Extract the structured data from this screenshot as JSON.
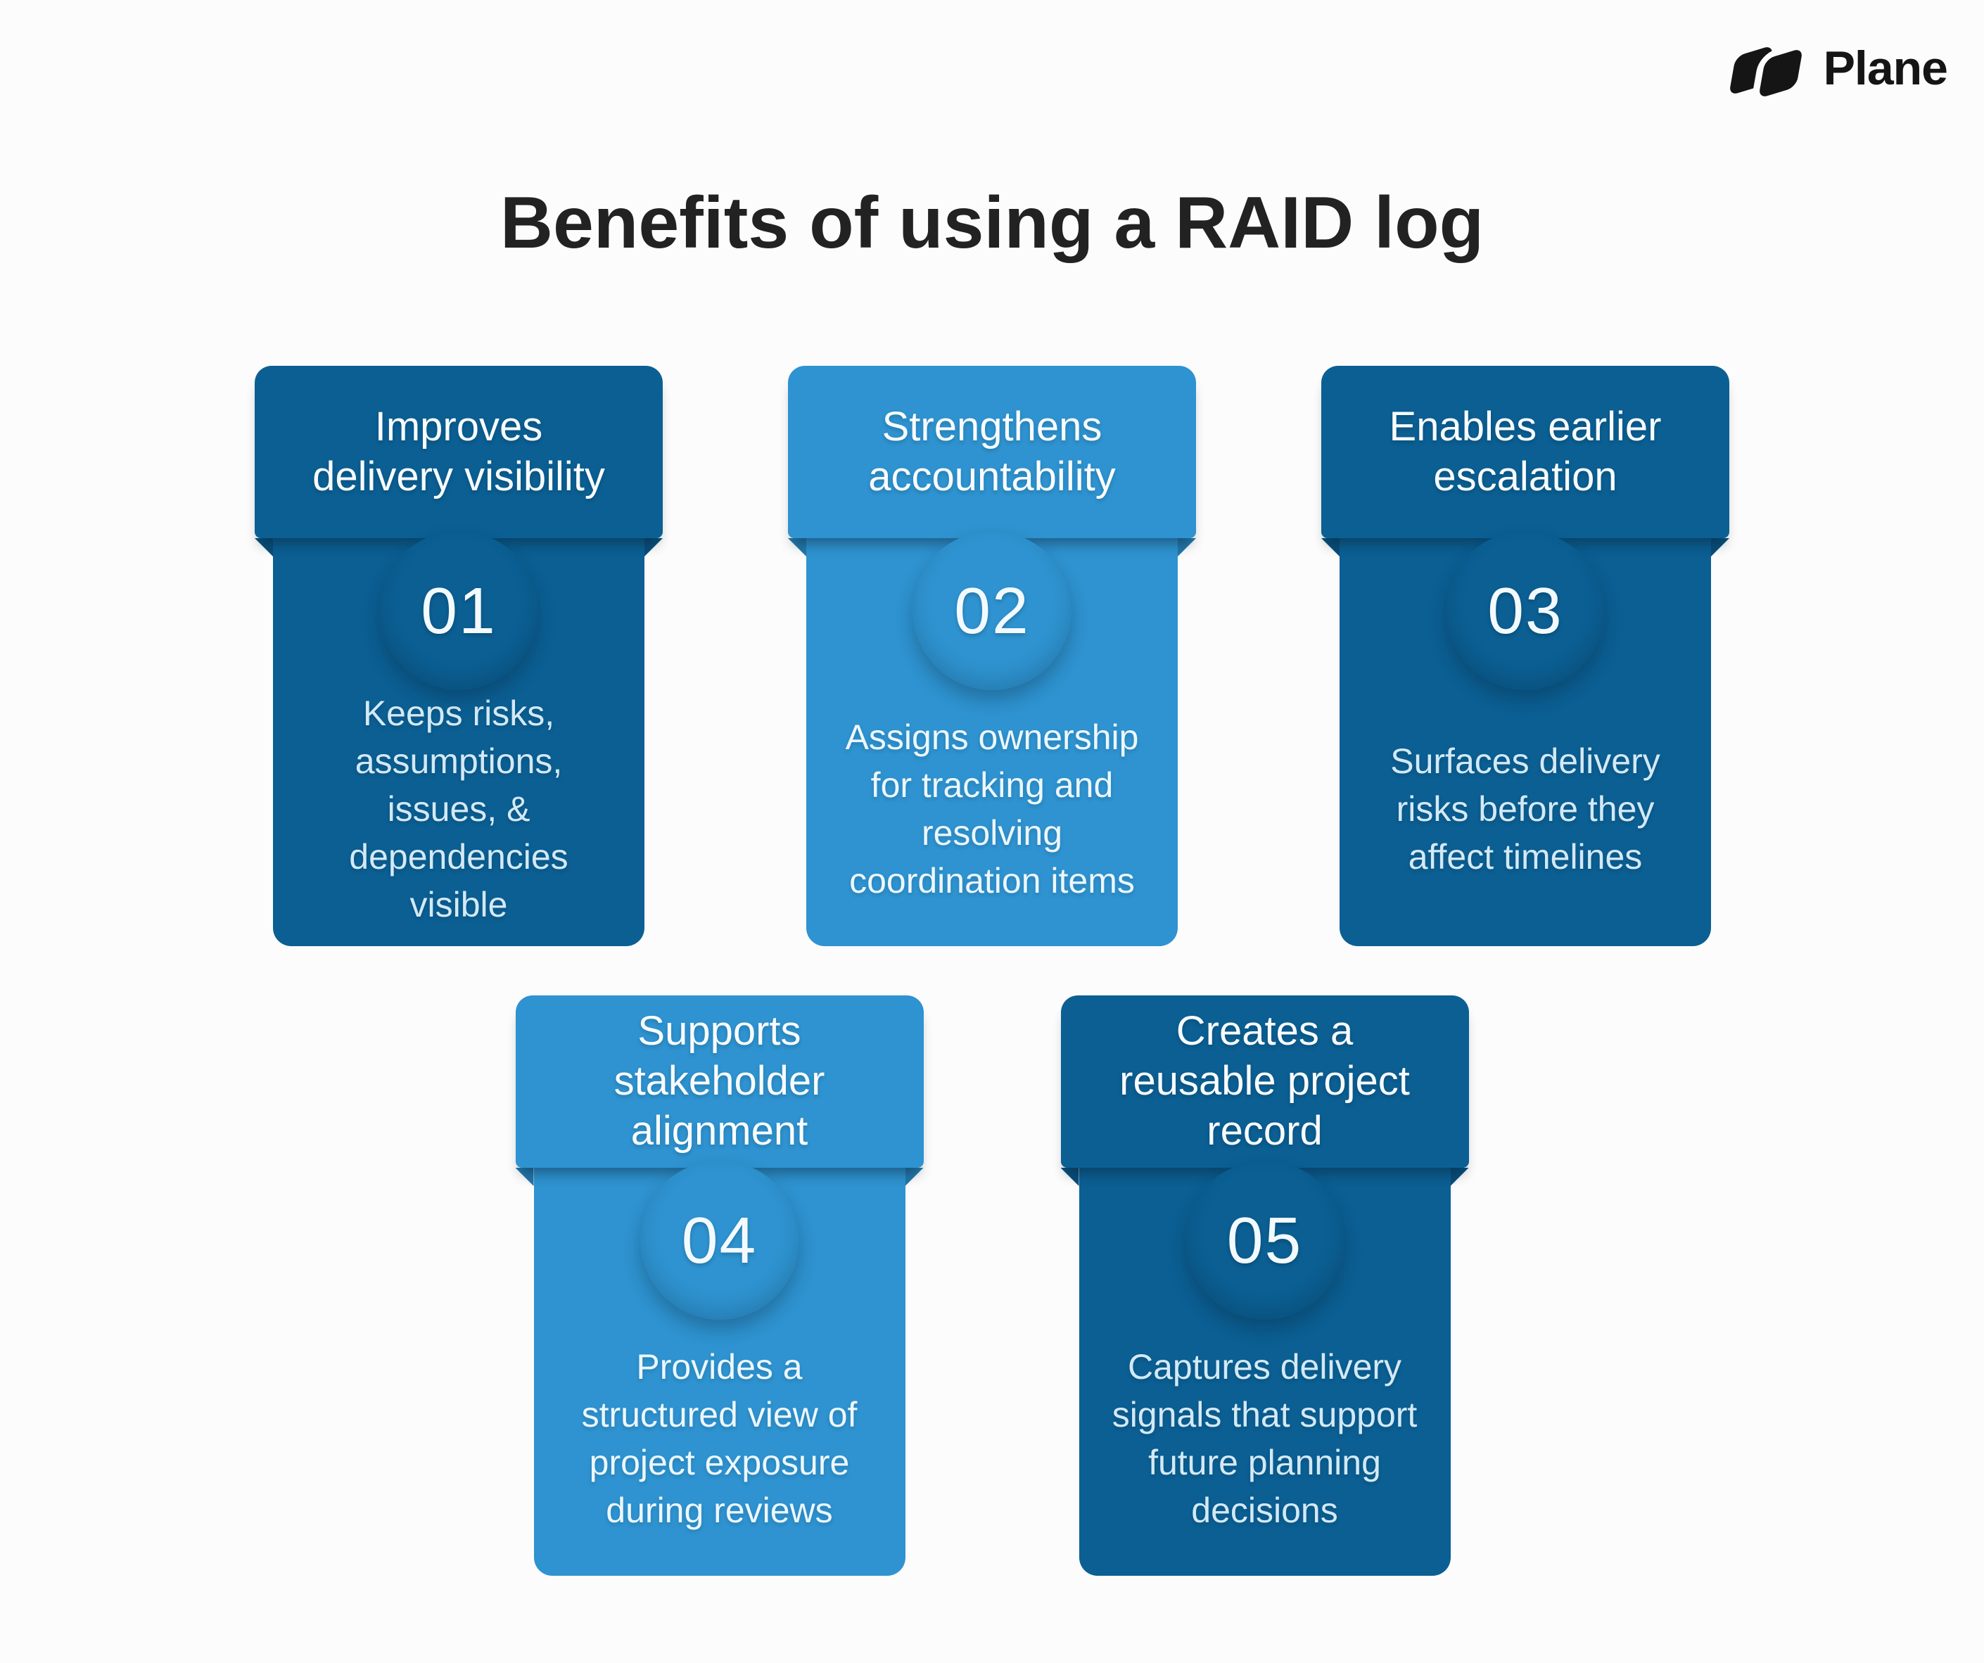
{
  "brand": {
    "name": "Plane"
  },
  "title": "Benefits of using a RAID log",
  "colors": {
    "dark_blue": "#0b5f93",
    "light_blue": "#2e93d0",
    "background": "#fcfcfc",
    "title_text": "#222222",
    "text_on_blue": "#ffffff"
  },
  "cards": [
    {
      "number": "01",
      "theme": "dark",
      "title": "Improves\ndelivery visibility",
      "description": "Keeps risks,\nassumptions,\nissues, &\ndependencies\nvisible"
    },
    {
      "number": "02",
      "theme": "light",
      "title": "Strengthens\naccountability",
      "description": "Assigns ownership\nfor tracking and\nresolving\ncoordination items"
    },
    {
      "number": "03",
      "theme": "dark",
      "title": "Enables earlier\nescalation",
      "description": "Surfaces delivery\nrisks before they\naffect timelines"
    },
    {
      "number": "04",
      "theme": "light",
      "title": "Supports\nstakeholder\nalignment",
      "description": "Provides a\nstructured view of\nproject exposure\nduring reviews"
    },
    {
      "number": "05",
      "theme": "dark",
      "title": "Creates a\nreusable project\nrecord",
      "description": "Captures delivery\nsignals that support\nfuture planning\ndecisions"
    }
  ]
}
